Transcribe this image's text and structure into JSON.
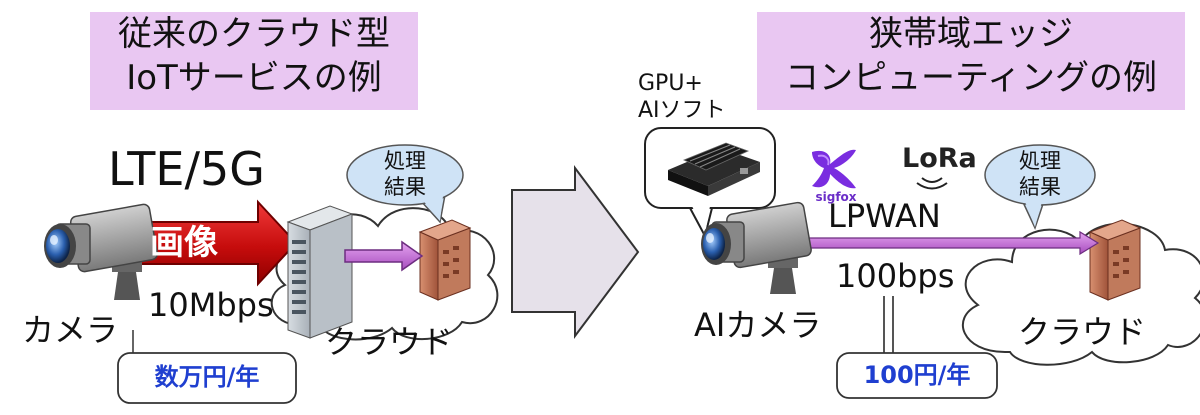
{
  "left": {
    "title_line1": "従来のクラウド型",
    "title_line2": "IoTサービスの例",
    "network": "LTE/5G",
    "arrow_label": "画像",
    "bandwidth": "10Mbps",
    "camera_label": "カメラ",
    "cloud_label": "クラウド",
    "bubble_line1": "処理",
    "bubble_line2": "結果",
    "cost": "数万円/年"
  },
  "right": {
    "title_line1": "狭帯域エッジ",
    "title_line2": "コンピューティングの例",
    "gpu_line1": "GPU+",
    "gpu_line2": "AIソフト",
    "sigfox_logo": "sigfox",
    "lora_logo": "LoRa",
    "network": "LPWAN",
    "bandwidth": "100bps",
    "camera_label": "AIカメラ",
    "cloud_label": "クラウド",
    "bubble_line1": "処理",
    "bubble_line2": "結果",
    "cost": "100円/年"
  },
  "colors": {
    "title_bg": "#e9c7f2",
    "big_arrow": "#e6e1ea",
    "red_arrow": "#c80d0d",
    "purple_arrow": "#c46ed8",
    "bubble": "#cfe3f6",
    "cost_text": "#1f3fd0"
  }
}
